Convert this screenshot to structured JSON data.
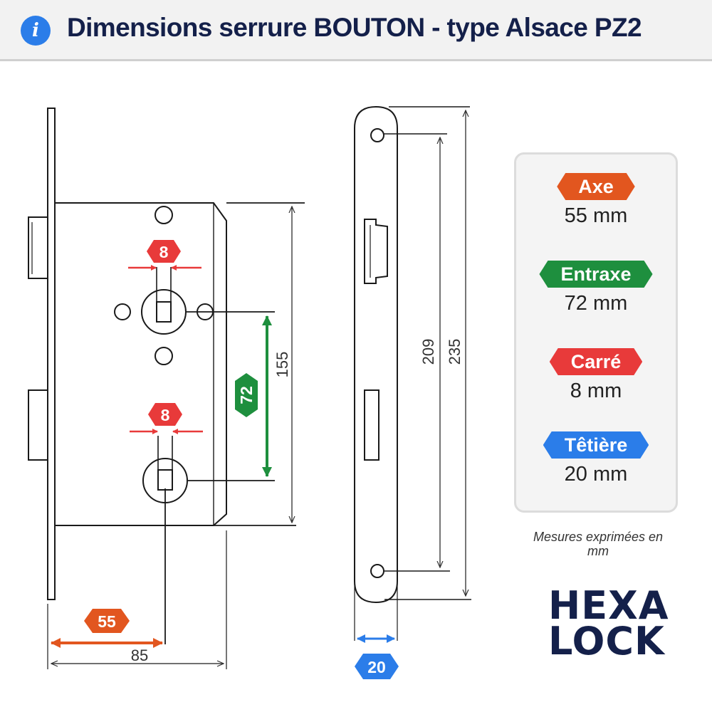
{
  "header": {
    "title": "Dimensions serrure BOUTON - type Alsace PZ2",
    "icon": "info-icon"
  },
  "dimensions": {
    "carre_top": "8",
    "carre_bottom": "8",
    "entraxe": "72",
    "body_height": "155",
    "axe": "55",
    "body_width": "85",
    "hole_spacing": "209",
    "faceplate_length": "235",
    "faceplate_width": "20"
  },
  "specs": [
    {
      "label": "Axe",
      "value": "55 mm",
      "color": "#e2561f"
    },
    {
      "label": "Entraxe",
      "value": "72 mm",
      "color": "#1e8f3e"
    },
    {
      "label": "Carré",
      "value": "8 mm",
      "color": "#e83a3a"
    },
    {
      "label": "Têtière",
      "value": "20 mm",
      "color": "#2b7de9"
    }
  ],
  "note": "Mesures exprimées en mm",
  "logo": {
    "line1": "HEXA",
    "line2": "LOCK"
  },
  "colors": {
    "axe": "#e2561f",
    "entraxe": "#1e8f3e",
    "carre": "#e83a3a",
    "tetiere": "#2b7de9",
    "title": "#14204a"
  }
}
